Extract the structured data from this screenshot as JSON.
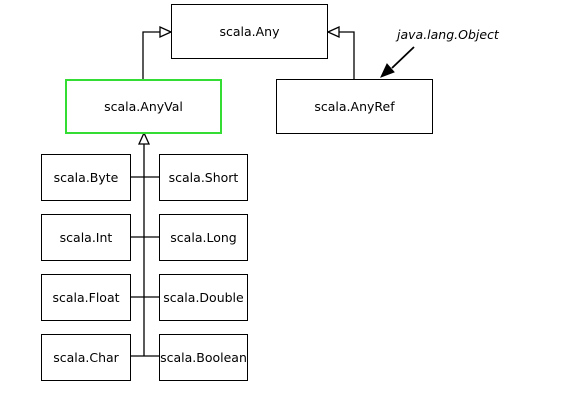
{
  "nodes": {
    "any": "scala.Any",
    "anyval": "scala.AnyVal",
    "anyref": "scala.AnyRef",
    "byte": "scala.Byte",
    "short": "scala.Short",
    "int": "scala.Int",
    "long": "scala.Long",
    "float": "scala.Float",
    "double": "scala.Double",
    "char": "scala.Char",
    "boolean": "scala.Boolean"
  },
  "note": "java.lang.Object",
  "colors": {
    "highlight": "#33dd33",
    "line": "#000000"
  }
}
